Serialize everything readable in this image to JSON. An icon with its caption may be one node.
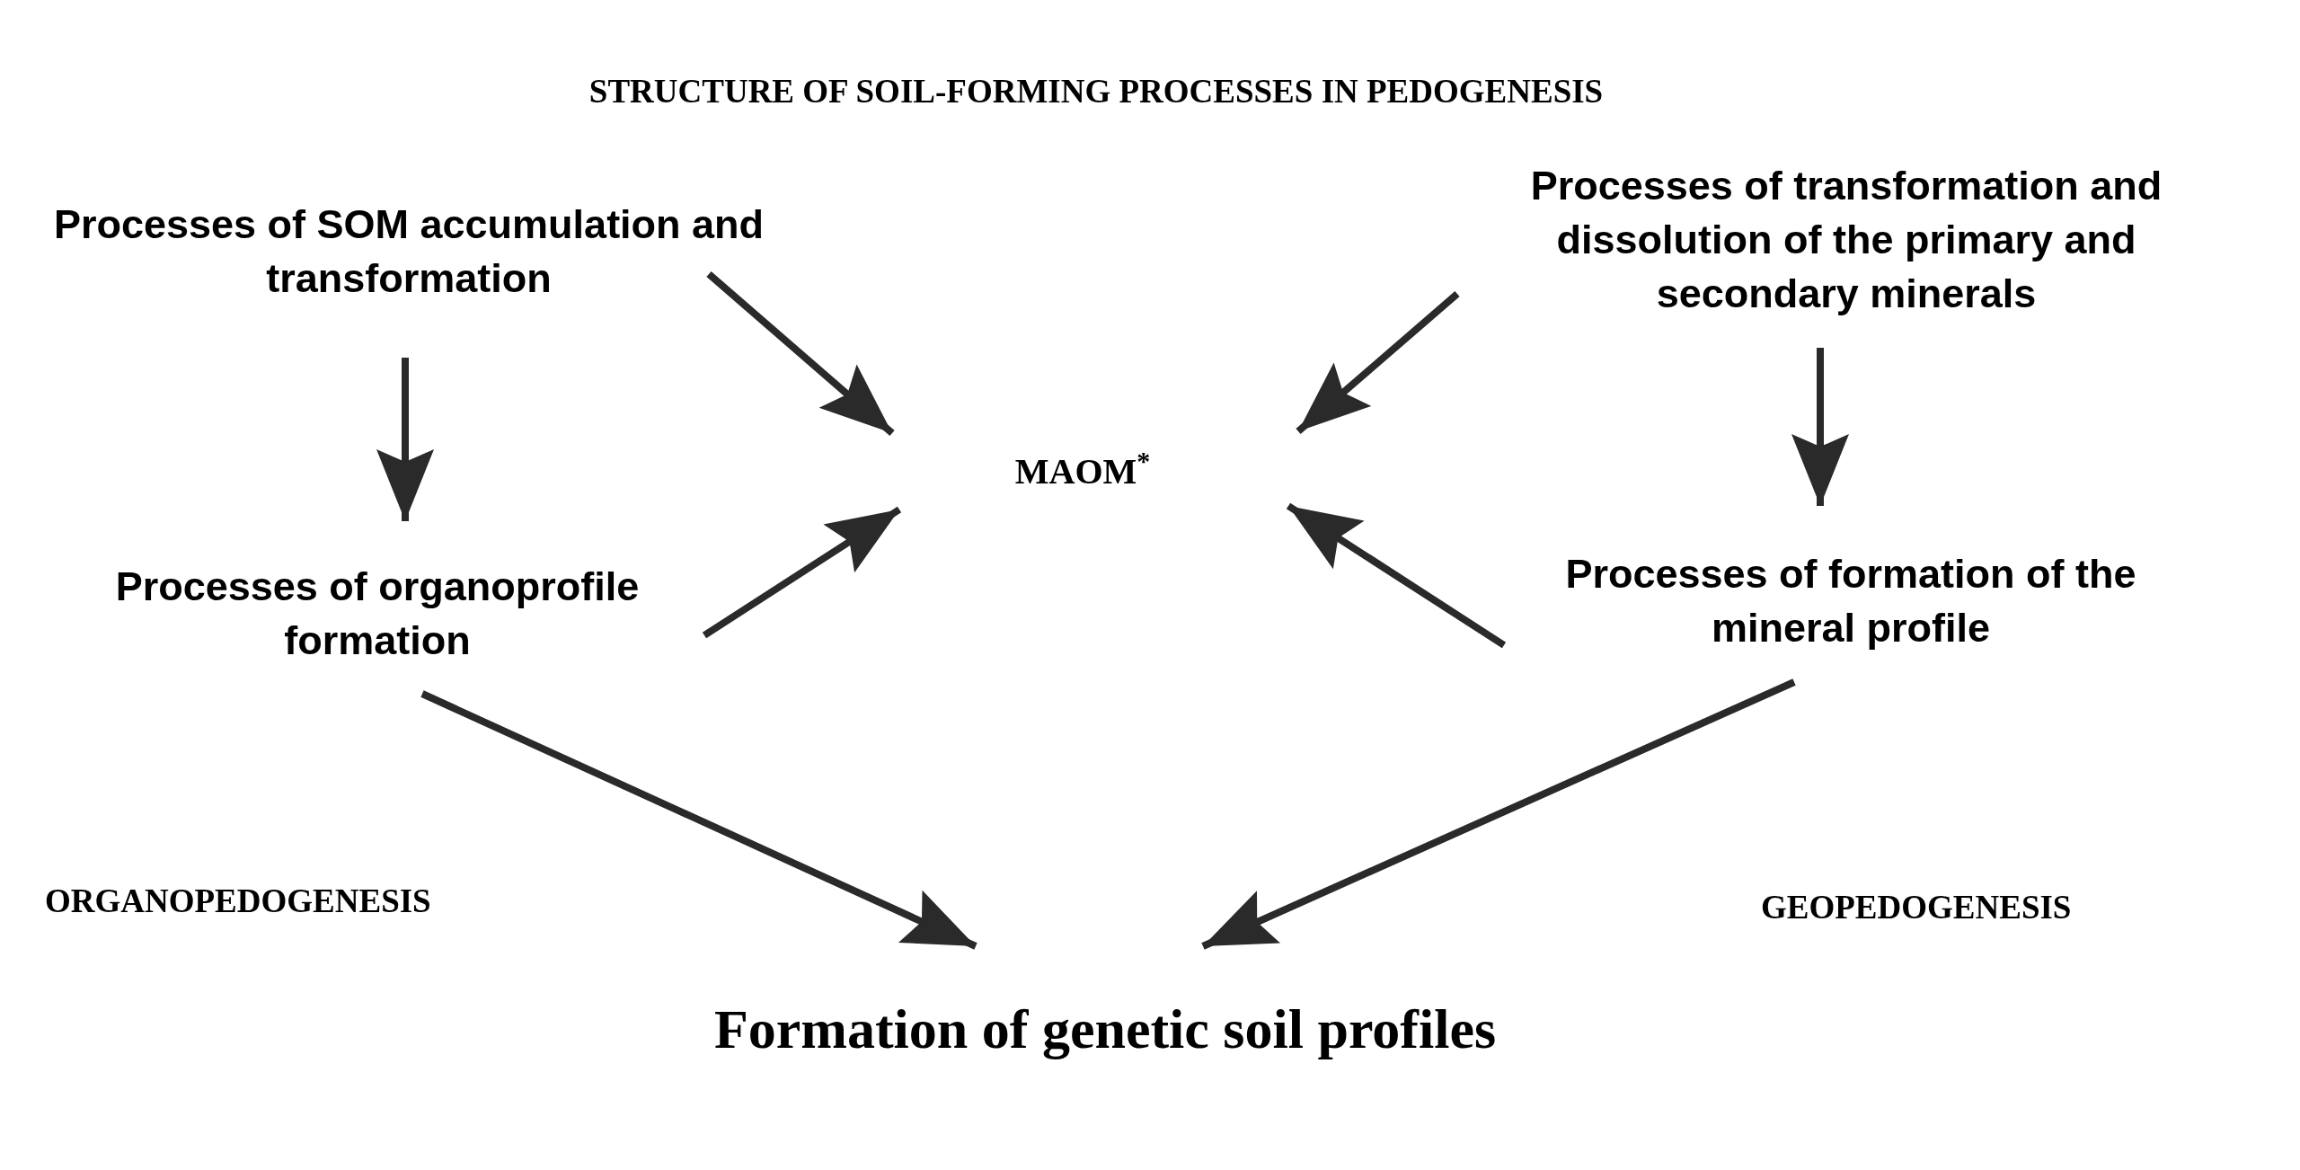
{
  "diagram": {
    "title": "STRUCTURE OF SOIL-FORMING PROCESSES IN PEDOGENESIS",
    "nodes": [
      {
        "text": [
          "Processes of SOM accumulation and transformation"
        ]
      },
      {
        "text": [
          "Processes of transformation and dissolution of the primary and secondary minerals"
        ]
      },
      {
        "text": [
          "MAOM$^{*}$"
        ]
      },
      {
        "text": [
          "Processes of organoprofile formation"
        ]
      },
      {
        "text": [
          "Processes of formation of the mineral profile"
        ]
      },
      {
        "text": [
          "Formation of genetic soil profiles"
        ]
      }
    ],
    "edges": [
      {
        "from": 0,
        "to": 2,
        "arrow": "to"
      },
      {
        "from": 3,
        "to": 2,
        "arrow": "to"
      },
      {
        "from": 1,
        "to": 2,
        "arrow": "to"
      },
      {
        "from": 4,
        "to": 2,
        "arrow": "to"
      },
      {
        "from": 0,
        "to": 3,
        "arrow": "to"
      },
      {
        "from": 1,
        "to": 4,
        "arrow": "to"
      },
      {
        "from": 3,
        "to": 5,
        "arrow": "to"
      },
      {
        "from": 4,
        "to": 5,
        "arrow": "to"
      }
    ],
    "labels": [
      "ORGANOPEDOGENESIS",
      "GEOPEDOGENESIS"
    ]
  }
}
